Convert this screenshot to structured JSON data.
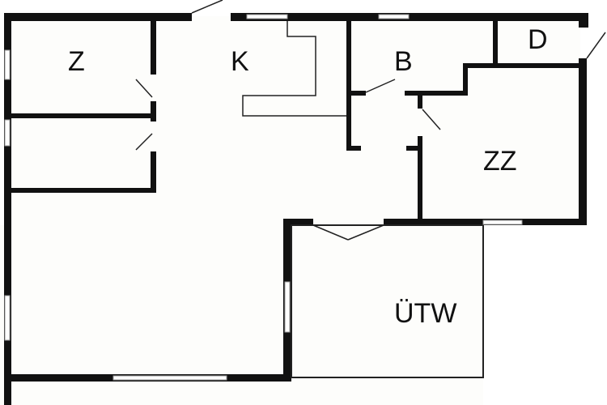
{
  "rooms": {
    "z": "Z",
    "k": "K",
    "b": "B",
    "d": "D",
    "zz": "ZZ",
    "utw": "ÜTW"
  },
  "colors": {
    "wall": "#111111",
    "floor": "#fdfdfb"
  }
}
